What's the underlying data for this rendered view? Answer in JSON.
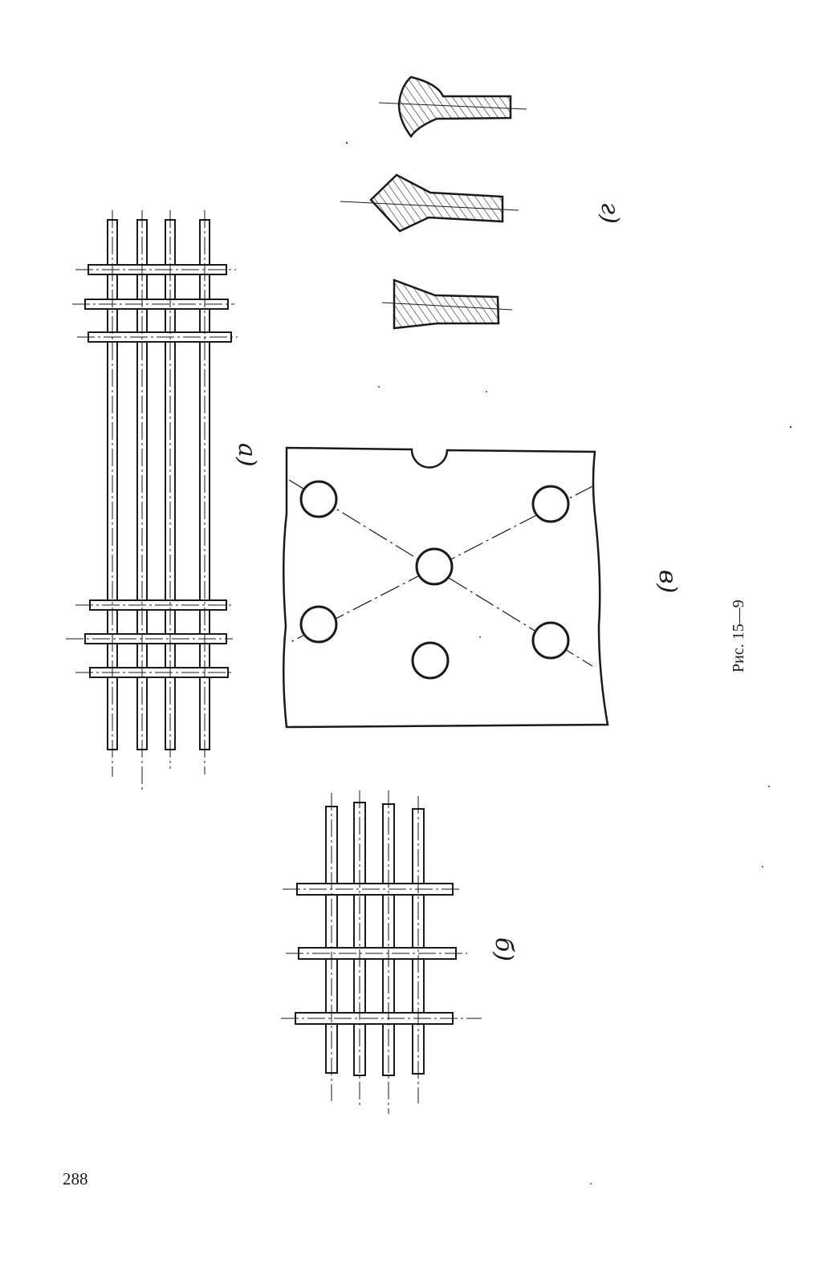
{
  "figure": {
    "caption": "Рис. 15—9",
    "labels": {
      "a": "а)",
      "b": "б)",
      "v": "в)",
      "g": "г)"
    }
  },
  "page": {
    "number": "288"
  }
}
